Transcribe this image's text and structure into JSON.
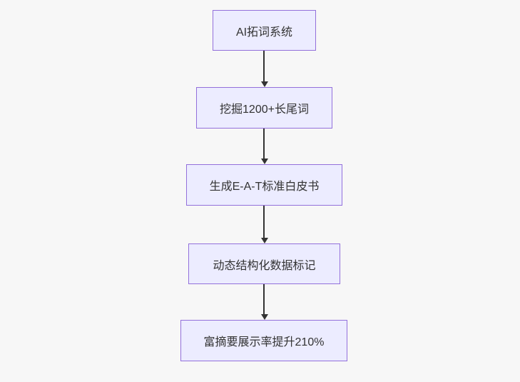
{
  "diagram": {
    "type": "flowchart",
    "direction": "top-down",
    "nodes": [
      {
        "id": 0,
        "label": "AI拓词系统"
      },
      {
        "id": 1,
        "label": "挖掘1200+长尾词"
      },
      {
        "id": 2,
        "label": "生成E-A-T标准白皮书"
      },
      {
        "id": 3,
        "label": "动态结构化数据标记"
      },
      {
        "id": 4,
        "label": "富摘要展示率提升210%"
      }
    ],
    "edges": [
      {
        "from": 0,
        "to": 1,
        "style": "arrow"
      },
      {
        "from": 1,
        "to": 2,
        "style": "arrow"
      },
      {
        "from": 2,
        "to": 3,
        "style": "arrow"
      },
      {
        "from": 3,
        "to": 4,
        "style": "arrow"
      }
    ]
  },
  "colors": {
    "background": "#f7f7f7",
    "node_fill": "#ececff",
    "node_border": "#9370db",
    "arrow": "#333333",
    "text": "#333333"
  }
}
